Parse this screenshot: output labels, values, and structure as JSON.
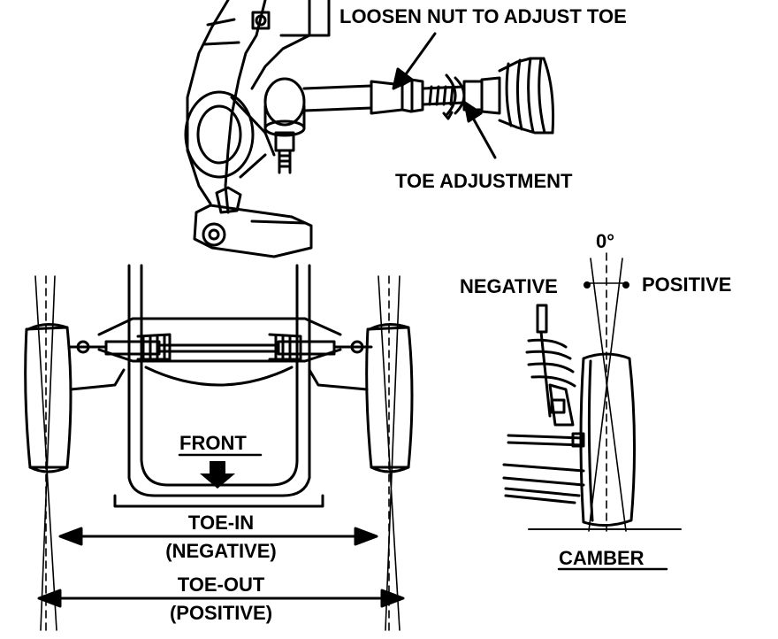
{
  "labels": {
    "loosen_nut": "LOOSEN NUT TO ADJUST TOE",
    "toe_adjustment": "TOE ADJUSTMENT",
    "zero_degree": "0°",
    "negative": "NEGATIVE",
    "positive": "POSITIVE",
    "front": "FRONT",
    "toe_in": "TOE-IN",
    "toe_in_sub": "(NEGATIVE)",
    "toe_out": "TOE-OUT",
    "toe_out_sub": "(POSITIVE)",
    "camber": "CAMBER"
  },
  "colors": {
    "ink": "#000000",
    "paper": "#ffffff"
  }
}
